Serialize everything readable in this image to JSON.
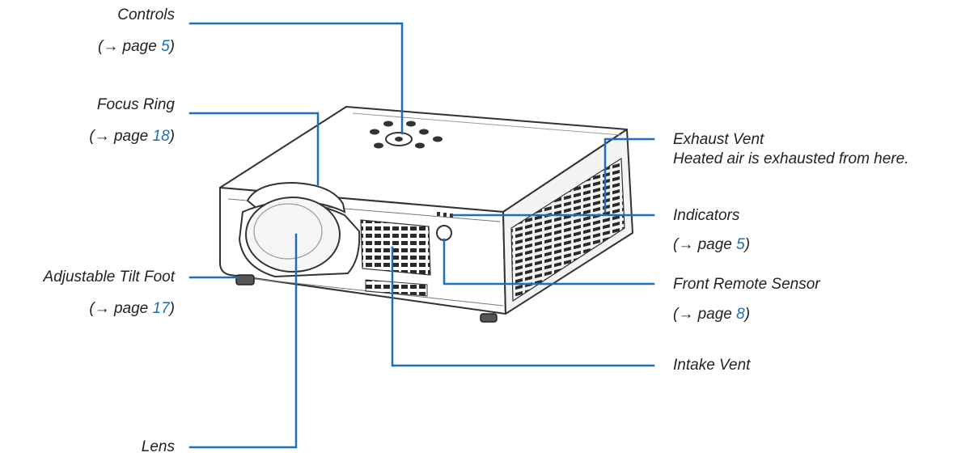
{
  "colors": {
    "leader": "#1f6fb4",
    "link": "#1f6fb4",
    "text": "#222222",
    "outline": "#333333"
  },
  "page_ref_prefix": "(→  page ",
  "page_ref_suffix": ")",
  "callouts": {
    "controls": {
      "label": "Controls",
      "page": "5"
    },
    "focus_ring": {
      "label": "Focus Ring",
      "page": "18"
    },
    "adjustable_tilt_foot": {
      "label": "Adjustable Tilt Foot",
      "page": "17"
    },
    "lens": {
      "label": "Lens"
    },
    "exhaust_vent": {
      "label": "Exhaust Vent",
      "note": "Heated air is exhausted from here."
    },
    "indicators": {
      "label": "Indicators",
      "page": "5"
    },
    "front_remote_sensor": {
      "label": "Front Remote Sensor",
      "page": "8"
    },
    "intake_vent": {
      "label": "Intake Vent"
    }
  }
}
